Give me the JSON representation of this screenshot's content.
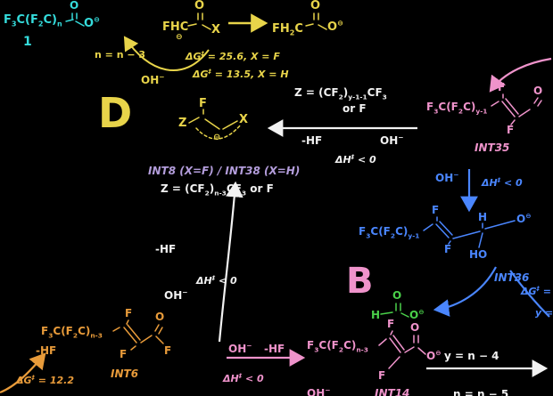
{
  "colors": {
    "bg": "#000000",
    "cyan": "#35dcdc",
    "yellow": "#e8d44a",
    "orange": "#e89b3a",
    "pink": "#ef93cb",
    "blue": "#4a86ff",
    "green": "#4ad04a",
    "white": "#f2f2f2",
    "lavender": "#b39ddb"
  },
  "panels": {
    "d": "D",
    "b": "B"
  },
  "compound1": {
    "chain": [
      {
        "t": "F"
      },
      {
        "sub": "3"
      },
      {
        "t": "C(F"
      },
      {
        "sub": "2"
      },
      {
        "t": "C)"
      },
      {
        "sub": "n"
      }
    ],
    "o_top": "O",
    "o_minus": [
      {
        "t": "O"
      },
      {
        "sup": "⊖"
      }
    ],
    "number": "1",
    "n_note": "n = n − 3"
  },
  "top_reaction": {
    "reactant_group": "FHC",
    "reactant_charge": "⊖",
    "reactant_o": "O",
    "reactant_x": "X",
    "product_group": [
      {
        "t": "FH"
      },
      {
        "sub": "2"
      },
      {
        "t": "C"
      }
    ],
    "product_o": "O",
    "product_o_minus": [
      {
        "t": "O"
      },
      {
        "sup": "⊖"
      }
    ],
    "dg_f": [
      {
        "t": "ΔG"
      },
      {
        "sup": "‡"
      },
      {
        "t": " = 25.6, X = F"
      }
    ],
    "dg_h": [
      {
        "t": "ΔG"
      },
      {
        "sup": "‡"
      },
      {
        "t": " = 13.5, X = H"
      }
    ],
    "oh": [
      {
        "t": "OH"
      },
      {
        "sup": "−"
      }
    ]
  },
  "enolate": {
    "z": "Z",
    "f": "F",
    "x": "X",
    "charge": "⊖",
    "label": "INT8 (X=F) / INT38 (X=H)",
    "z_def_top_1": [
      {
        "t": "Z = (CF"
      },
      {
        "sub": "2"
      },
      {
        "t": ")"
      },
      {
        "sub": "y-1-1"
      },
      {
        "t": "CF"
      },
      {
        "sub": "3"
      }
    ],
    "z_def_top_2": "or F",
    "z_def_bottom": [
      {
        "t": "Z = (CF"
      },
      {
        "sub": "2"
      },
      {
        "t": ")"
      },
      {
        "sub": "n-3"
      },
      {
        "t": "CF"
      },
      {
        "sub": "3"
      },
      {
        "t": " or F"
      }
    ],
    "arrow_hf": "-HF",
    "arrow_oh": [
      {
        "t": "OH"
      },
      {
        "sup": "−"
      }
    ],
    "arrow_dh": [
      {
        "t": "ΔH"
      },
      {
        "sup": "‡"
      },
      {
        "t": " < 0"
      }
    ]
  },
  "int35": {
    "chain": [
      {
        "t": "F"
      },
      {
        "sub": "3"
      },
      {
        "t": "C(F"
      },
      {
        "sub": "2"
      },
      {
        "t": "C)"
      },
      {
        "sub": "y-1"
      }
    ],
    "f_top": "F",
    "f_bottom": "F",
    "o": "O",
    "label": "INT35"
  },
  "step_int35_int36": {
    "oh": [
      {
        "t": "OH"
      },
      {
        "sup": "−"
      }
    ],
    "dh": [
      {
        "t": "ΔH"
      },
      {
        "sup": "‡"
      },
      {
        "t": " < 0"
      }
    ]
  },
  "int36": {
    "chain": [
      {
        "t": "F"
      },
      {
        "sub": "3"
      },
      {
        "t": "C(F"
      },
      {
        "sub": "2"
      },
      {
        "t": "C)"
      },
      {
        "sub": "y-1"
      }
    ],
    "f1": "F",
    "f2": "F",
    "h": "H",
    "o_minus": [
      {
        "t": "O"
      },
      {
        "sup": "⊖"
      }
    ],
    "ho": "HO",
    "label": "INT36",
    "dg_partial": [
      {
        "t": "ΔG"
      },
      {
        "sup": "‡"
      },
      {
        "t": " ="
      }
    ],
    "y_partial": "y ="
  },
  "formate": {
    "h": "H",
    "o_top": "O",
    "o_minus": [
      {
        "t": "O"
      },
      {
        "sup": "⊖"
      }
    ]
  },
  "int6": {
    "chain": [
      {
        "t": "F"
      },
      {
        "sub": "3"
      },
      {
        "t": "C(F"
      },
      {
        "sub": "2"
      },
      {
        "t": "C)"
      },
      {
        "sub": "n-3"
      }
    ],
    "minus_hf": "-HF",
    "f_top": "F",
    "f_bottom": "F",
    "o": "O",
    "f_acyl": "F",
    "label": "INT6",
    "dg": [
      {
        "t": "ΔG"
      },
      {
        "sup": "‡"
      },
      {
        "t": " = 12.2"
      }
    ]
  },
  "step_int6_enolate": {
    "hf": "-HF",
    "oh": [
      {
        "t": "OH"
      },
      {
        "sup": "−"
      }
    ],
    "dh": [
      {
        "t": "ΔH"
      },
      {
        "sup": "‡"
      },
      {
        "t": " < 0"
      }
    ]
  },
  "step_int6_int14": {
    "oh": [
      {
        "t": "OH"
      },
      {
        "sup": "−"
      }
    ],
    "hf": "-HF",
    "dh": [
      {
        "t": "ΔH"
      },
      {
        "sup": "‡"
      },
      {
        "t": " < 0"
      }
    ]
  },
  "int14": {
    "chain": [
      {
        "t": "F"
      },
      {
        "sub": "3"
      },
      {
        "t": "C(F"
      },
      {
        "sub": "2"
      },
      {
        "t": "C)"
      },
      {
        "sub": "n-3"
      }
    ],
    "f_top": "F",
    "f_bottom": "F",
    "o": "O",
    "o_minus": [
      {
        "t": "O"
      },
      {
        "sup": "⊖"
      }
    ],
    "label": "INT14",
    "oh_partial": [
      {
        "t": "OH"
      },
      {
        "sup": "−"
      }
    ]
  },
  "bottom_right": {
    "y_eq": "y = n − 4",
    "n_eq_partial": "n = n − 5"
  }
}
